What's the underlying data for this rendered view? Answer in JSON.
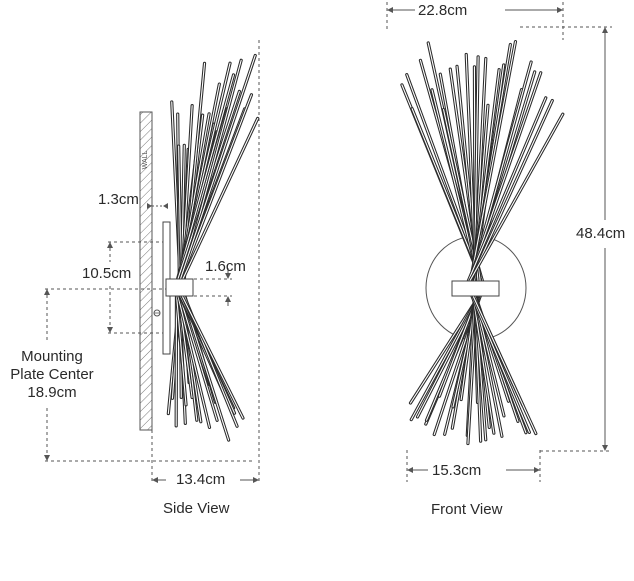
{
  "side_view": {
    "title": "Side View",
    "wall_label": "WALL",
    "dim_wall_offset": "1.3cm",
    "dim_plate_height": "10.5cm",
    "dim_band_height": "1.6cm",
    "mounting_line1": "Mounting",
    "mounting_line2": "Plate Center",
    "mounting_value": "18.9cm",
    "dim_depth": "13.4cm"
  },
  "front_view": {
    "title": "Front View",
    "dim_top_width": "22.8cm",
    "dim_height": "48.4cm",
    "dim_bottom_width": "15.3cm"
  },
  "colors": {
    "line": "#3a3a3a",
    "dim": "#555555",
    "rod": "#2b2b2b",
    "rod_highlight": "#ffffff"
  }
}
